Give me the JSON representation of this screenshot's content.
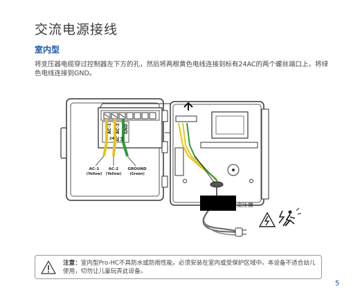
{
  "title": "交流电源接线",
  "section": "室内型",
  "paragraph": "将变压器电缆穿过控制器左下方的孔，然后将两根黄色电线连接到标有24AC的两个螺丝端口上，将绿色电线连接到GND。",
  "figure": {
    "terminals": [
      "AC-1",
      "AC-2",
      "GND"
    ],
    "terminal_numbers": [
      "24",
      "AC",
      "24"
    ],
    "wire_labels": [
      {
        "name": "AC-1",
        "color": "(Yellow)"
      },
      {
        "name": "AC-2",
        "color": "(Yellow)"
      },
      {
        "name": "GROUND",
        "color": "(Green)"
      }
    ],
    "transformer_label": "变压器",
    "wire_colors": {
      "yellow": "#e8c417",
      "green": "#2e9b3a"
    }
  },
  "caution": {
    "label": "注意：",
    "text": "室内型Pro-HC不具防水或防雨性能，必须安装在室内或受保护区域中。本设备不适合幼儿使用，切勿让儿童玩弄此设备。"
  },
  "page_number": "5",
  "colors": {
    "accent": "#1a5aa6",
    "text": "#444444"
  }
}
